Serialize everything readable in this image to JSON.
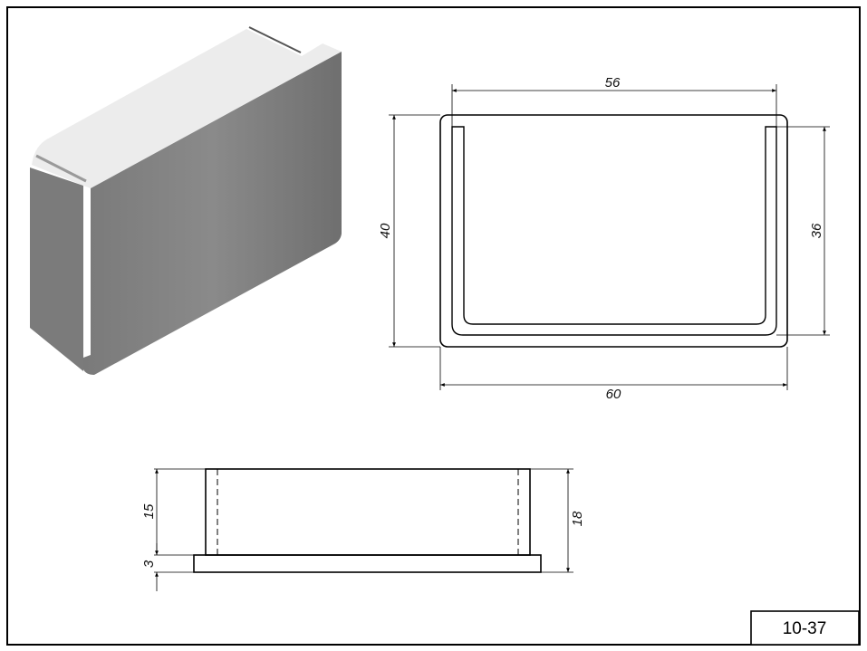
{
  "title_block": {
    "drawing_number": "10-37"
  },
  "top_view": {
    "dim_inner_width": "56",
    "dim_outer_width": "60",
    "dim_outer_height": "40",
    "dim_inner_height": "36"
  },
  "side_view": {
    "dim_body_height": "15",
    "dim_flange_thickness": "3",
    "dim_total_height": "18"
  },
  "colors": {
    "line": "#000000",
    "top_face": "#ececec",
    "side_face": "#7d7d7d",
    "front_face": "#858585"
  }
}
